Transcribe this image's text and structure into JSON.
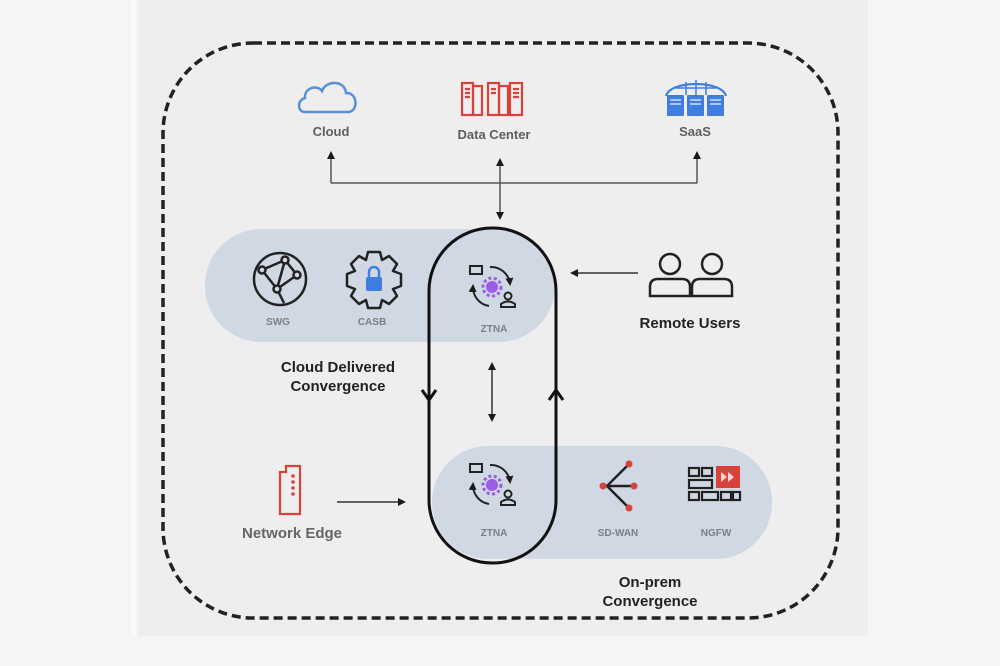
{
  "diagram": {
    "title": "ZTNA Convergence Architecture",
    "destinations": [
      {
        "label": "Cloud",
        "icon": "cloud-icon",
        "color": "#5a8fd8"
      },
      {
        "label": "Data Center",
        "icon": "data-center-icon",
        "color": "#d9413b"
      },
      {
        "label": "SaaS",
        "icon": "saas-icon",
        "color": "#3f7ee0"
      }
    ],
    "cloud_group": {
      "label_line1": "Cloud Delivered",
      "label_line2": "Convergence",
      "items": [
        {
          "label": "SWG",
          "icon": "globe-network-icon"
        },
        {
          "label": "CASB",
          "icon": "gear-lock-icon"
        },
        {
          "label": "ZTNA",
          "icon": "ztna-icon"
        }
      ]
    },
    "onprem_group": {
      "label_line1": "On-prem",
      "label_line2": "Convergence",
      "items": [
        {
          "label": "ZTNA",
          "icon": "ztna-icon"
        },
        {
          "label": "SD-WAN",
          "icon": "sd-wan-icon"
        },
        {
          "label": "NGFW",
          "icon": "firewall-icon"
        }
      ]
    },
    "remote_users": {
      "label": "Remote Users",
      "icon": "users-icon"
    },
    "network_edge": {
      "label": "Network Edge",
      "icon": "network-edge-icon"
    },
    "colors": {
      "panel": "#cfd8e3",
      "accent_purple": "#9b5de5",
      "accent_red": "#d9413b",
      "accent_blue": "#3f7ee0",
      "line": "#1a1a1a"
    }
  }
}
